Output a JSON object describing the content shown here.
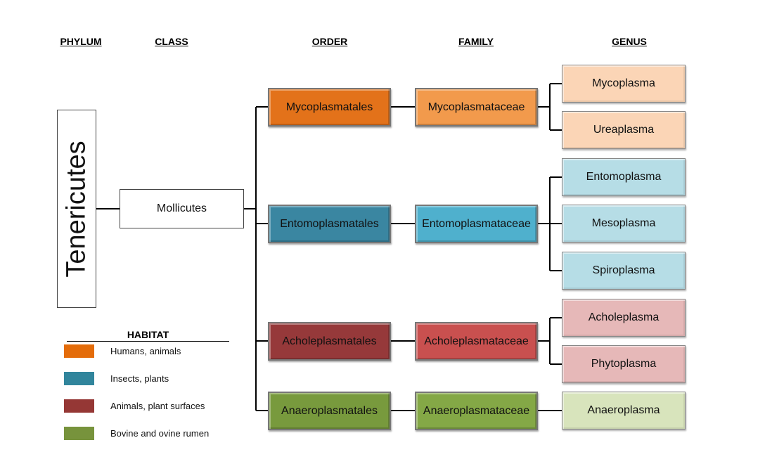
{
  "headers": {
    "phylum": "PHYLUM",
    "class": "CLASS",
    "order": "ORDER",
    "family": "FAMILY",
    "genus": "GENUS"
  },
  "phylum": "Tenericutes",
  "class": "Mollicutes",
  "orders": [
    {
      "order": "Mycoplasmatales",
      "family": "Mycoplasmataceae",
      "color": "#e3721a",
      "family_color": "#f29a4c",
      "genera": [
        {
          "name": "Mycoplasma",
          "color": "#fbd5b6"
        },
        {
          "name": "Ureaplasma",
          "color": "#fbd5b6"
        }
      ]
    },
    {
      "order": "Entomoplasmatales",
      "family": "Entomoplasmataceae",
      "color": "#3a86a1",
      "family_color": "#4fb0cd",
      "genera": [
        {
          "name": "Entomoplasma",
          "color": "#b6dde6"
        },
        {
          "name": "Mesoplasma",
          "color": "#b6dde6"
        },
        {
          "name": "Spiroplasma",
          "color": "#b6dde6"
        }
      ]
    },
    {
      "order": "Acholeplasmatales",
      "family": "Acholeplasmataceae",
      "color": "#96393a",
      "family_color": "#c9504f",
      "genera": [
        {
          "name": "Acholeplasma",
          "color": "#e6b8b8"
        },
        {
          "name": "Phytoplasma",
          "color": "#e6b8b8"
        }
      ]
    },
    {
      "order": "Anaeroplasmatales",
      "family": "Anaeroplasmataceae",
      "color": "#789a3d",
      "family_color": "#84a846",
      "genera": [
        {
          "name": "Anaeroplasma",
          "color": "#d8e4bc"
        }
      ]
    }
  ],
  "legend": {
    "title": "HABITAT",
    "items": [
      {
        "label": "Humans, animals",
        "color": "#e46c0a"
      },
      {
        "label": "Insects, plants",
        "color": "#31859c"
      },
      {
        "label": "Animals, plant surfaces",
        "color": "#953735"
      },
      {
        "label": "Bovine and ovine rumen",
        "color": "#77933c"
      }
    ]
  }
}
